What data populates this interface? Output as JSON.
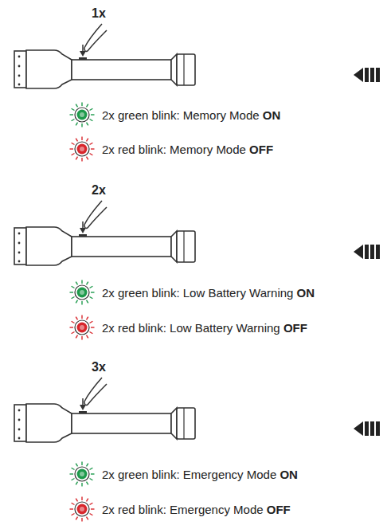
{
  "diagram": {
    "labels": [
      "1x",
      "2x",
      "3x"
    ],
    "legend": [
      {
        "text": "2x green blink: Memory Mode ON",
        "color": "#1e9a4c"
      },
      {
        "text": "2x red blink: Memory Mode OFF",
        "color": "#d8262c"
      },
      {
        "text": "2x green blink: Low Battery Warning ON",
        "color": "#1e9a4c"
      },
      {
        "text": "2x red blink: Low Battery Warning OFF",
        "color": "#d8262c"
      },
      {
        "text": "2x green blink: Emergency Mode ON",
        "color": "#1e9a4c"
      },
      {
        "text": "2x red blink: Emergency Mode OFF",
        "color": "#d8262c"
      }
    ]
  }
}
